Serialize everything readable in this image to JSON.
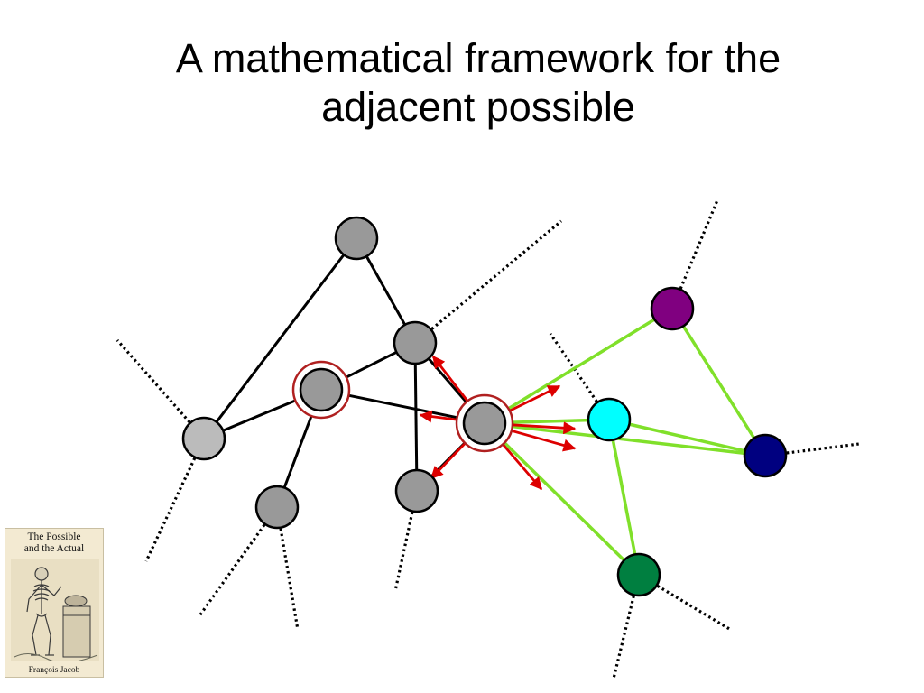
{
  "slide": {
    "title_lines": [
      "A mathematical framework for the",
      "adjacent possible"
    ]
  },
  "book": {
    "title_lines": [
      "The Possible",
      "and the Actual"
    ],
    "author": "François Jacob",
    "illustration": "skeleton-engraving"
  },
  "diagram": {
    "colors": {
      "explored_edge": "#000000",
      "adjacent_edge": "#80e02a",
      "arrow": "#dd0000",
      "ring": "#b02020",
      "dotted_stub": "#000000"
    },
    "nodes": [
      {
        "id": "n-top",
        "fill": "#999999",
        "state": "actual"
      },
      {
        "id": "n-upper-mid",
        "fill": "#999999",
        "state": "actual"
      },
      {
        "id": "n-ringed-left",
        "fill": "#999999",
        "state": "actual",
        "ringed": true
      },
      {
        "id": "n-ringed-center",
        "fill": "#999999",
        "state": "actual",
        "ringed": true
      },
      {
        "id": "n-left",
        "fill": "#bbbbbb",
        "state": "actual"
      },
      {
        "id": "n-lower-left",
        "fill": "#999999",
        "state": "actual"
      },
      {
        "id": "n-lower-mid",
        "fill": "#999999",
        "state": "actual"
      },
      {
        "id": "n-purple",
        "fill": "#800080",
        "state": "adjacent"
      },
      {
        "id": "n-cyan",
        "fill": "#00ffff",
        "state": "adjacent"
      },
      {
        "id": "n-navy",
        "fill": "#000080",
        "state": "adjacent"
      },
      {
        "id": "n-green",
        "fill": "#007f40",
        "state": "adjacent"
      }
    ],
    "edges": [
      {
        "from": "n-top",
        "to": "n-upper-mid",
        "kind": "explored"
      },
      {
        "from": "n-top",
        "to": "n-left",
        "kind": "explored"
      },
      {
        "from": "n-ringed-left",
        "to": "n-upper-mid",
        "kind": "explored"
      },
      {
        "from": "n-ringed-left",
        "to": "n-left",
        "kind": "explored"
      },
      {
        "from": "n-ringed-left",
        "to": "n-ringed-center",
        "kind": "explored"
      },
      {
        "from": "n-ringed-left",
        "to": "n-lower-left",
        "kind": "explored"
      },
      {
        "from": "n-upper-mid",
        "to": "n-lower-mid",
        "kind": "explored"
      },
      {
        "from": "n-upper-mid",
        "to": "n-ringed-center",
        "kind": "explored"
      },
      {
        "from": "n-ringed-center",
        "to": "n-lower-mid",
        "kind": "explored"
      },
      {
        "from": "n-ringed-center",
        "to": "n-purple",
        "kind": "adjacent"
      },
      {
        "from": "n-ringed-center",
        "to": "n-cyan",
        "kind": "adjacent"
      },
      {
        "from": "n-ringed-center",
        "to": "n-navy",
        "kind": "adjacent"
      },
      {
        "from": "n-ringed-center",
        "to": "n-green",
        "kind": "adjacent"
      },
      {
        "from": "n-purple",
        "to": "n-navy",
        "kind": "adjacent"
      },
      {
        "from": "n-cyan",
        "to": "n-navy",
        "kind": "adjacent"
      },
      {
        "from": "n-cyan",
        "to": "n-green",
        "kind": "adjacent"
      }
    ]
  }
}
